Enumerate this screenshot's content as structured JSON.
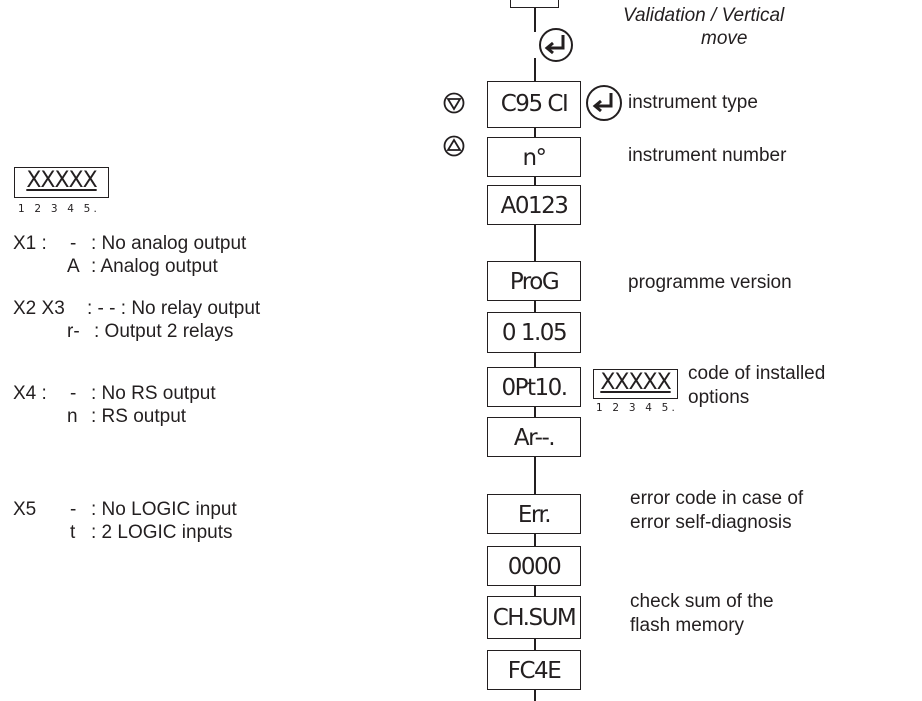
{
  "annotation": {
    "validation_line1": "Validation / Vertical",
    "validation_line2": "move"
  },
  "flow": [
    {
      "display": "C95 CI",
      "label": "instrument type"
    },
    {
      "display": "n°",
      "label": "instrument number"
    },
    {
      "display": "A0123",
      "label": ""
    },
    {
      "display": "ProG",
      "label": "programme version"
    },
    {
      "display": "0 1.05",
      "label": ""
    },
    {
      "display": "0Pt10.",
      "label_line1": "code of installed",
      "label_line2": "options"
    },
    {
      "display": "Ar--.",
      "label": ""
    },
    {
      "display": "Err.",
      "label_line1": "error code in case of",
      "label_line2": "error self-diagnosis"
    },
    {
      "display": "0000",
      "label": ""
    },
    {
      "display": "CH.SUM",
      "label_line1": "check sum of the",
      "label_line2": "flash memory"
    },
    {
      "display": "FC4E",
      "label": ""
    }
  ],
  "options_code": {
    "display": "XXXXX",
    "digits": "1 2 3 4 5."
  },
  "legend": {
    "code_display": "XXXXX",
    "digits": "1 2 3 4 5.",
    "x1": {
      "key": "X1 :",
      "a_code": "-",
      "a_text": ": No analog output",
      "b_code": "A",
      "b_text": ": Analog output"
    },
    "x2x3": {
      "key": "X2 X3",
      "a_code": ": - - : No relay output",
      "b_code": "r-",
      "b_text": ": Output 2 relays"
    },
    "x4": {
      "key": "X4 :",
      "a_code": "-",
      "a_text": ": No RS output",
      "b_code": "n",
      "b_text": ": RS output"
    },
    "x5": {
      "key": "X5",
      "a_code": "-",
      "a_text": ": No LOGIC input",
      "b_code": "t",
      "b_text": ": 2 LOGIC inputs"
    }
  },
  "icons": {
    "enter": "enter-key-icon",
    "down": "down-arrow-key-icon",
    "up": "up-arrow-key-icon"
  }
}
